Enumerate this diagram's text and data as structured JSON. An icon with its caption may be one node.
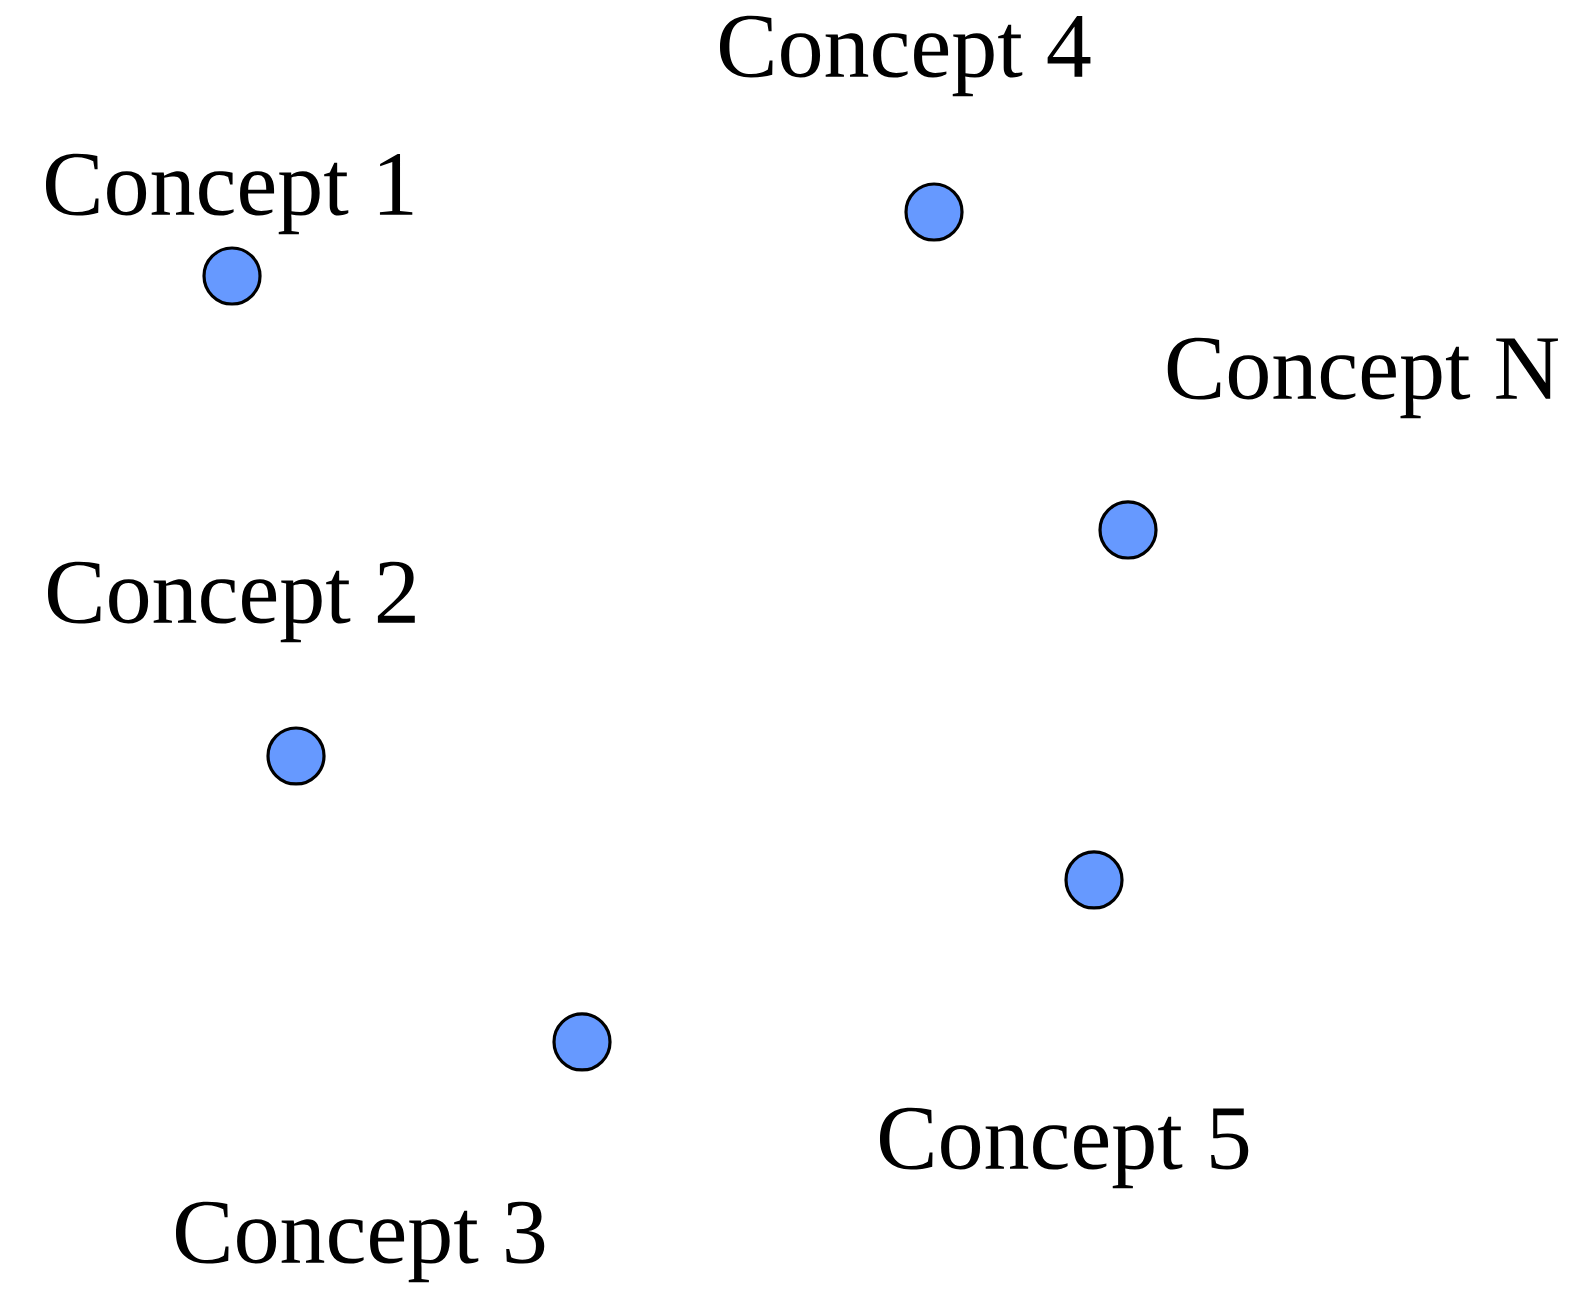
{
  "diagram": {
    "nodes": [
      {
        "text": [],
        "shape": "circle",
        "beside": [
          "Concept 1"
        ]
      },
      {
        "text": [],
        "shape": "circle",
        "beside": [
          "Concept 2"
        ]
      },
      {
        "text": [],
        "shape": "circle",
        "beside": [
          "Concept 3"
        ]
      },
      {
        "text": [],
        "shape": "circle",
        "beside": [
          "Concept 4"
        ]
      },
      {
        "text": [],
        "shape": "circle",
        "beside": [
          "Concept 5"
        ]
      },
      {
        "text": [],
        "shape": "circle",
        "beside": [
          "Concept N"
        ]
      }
    ]
  }
}
